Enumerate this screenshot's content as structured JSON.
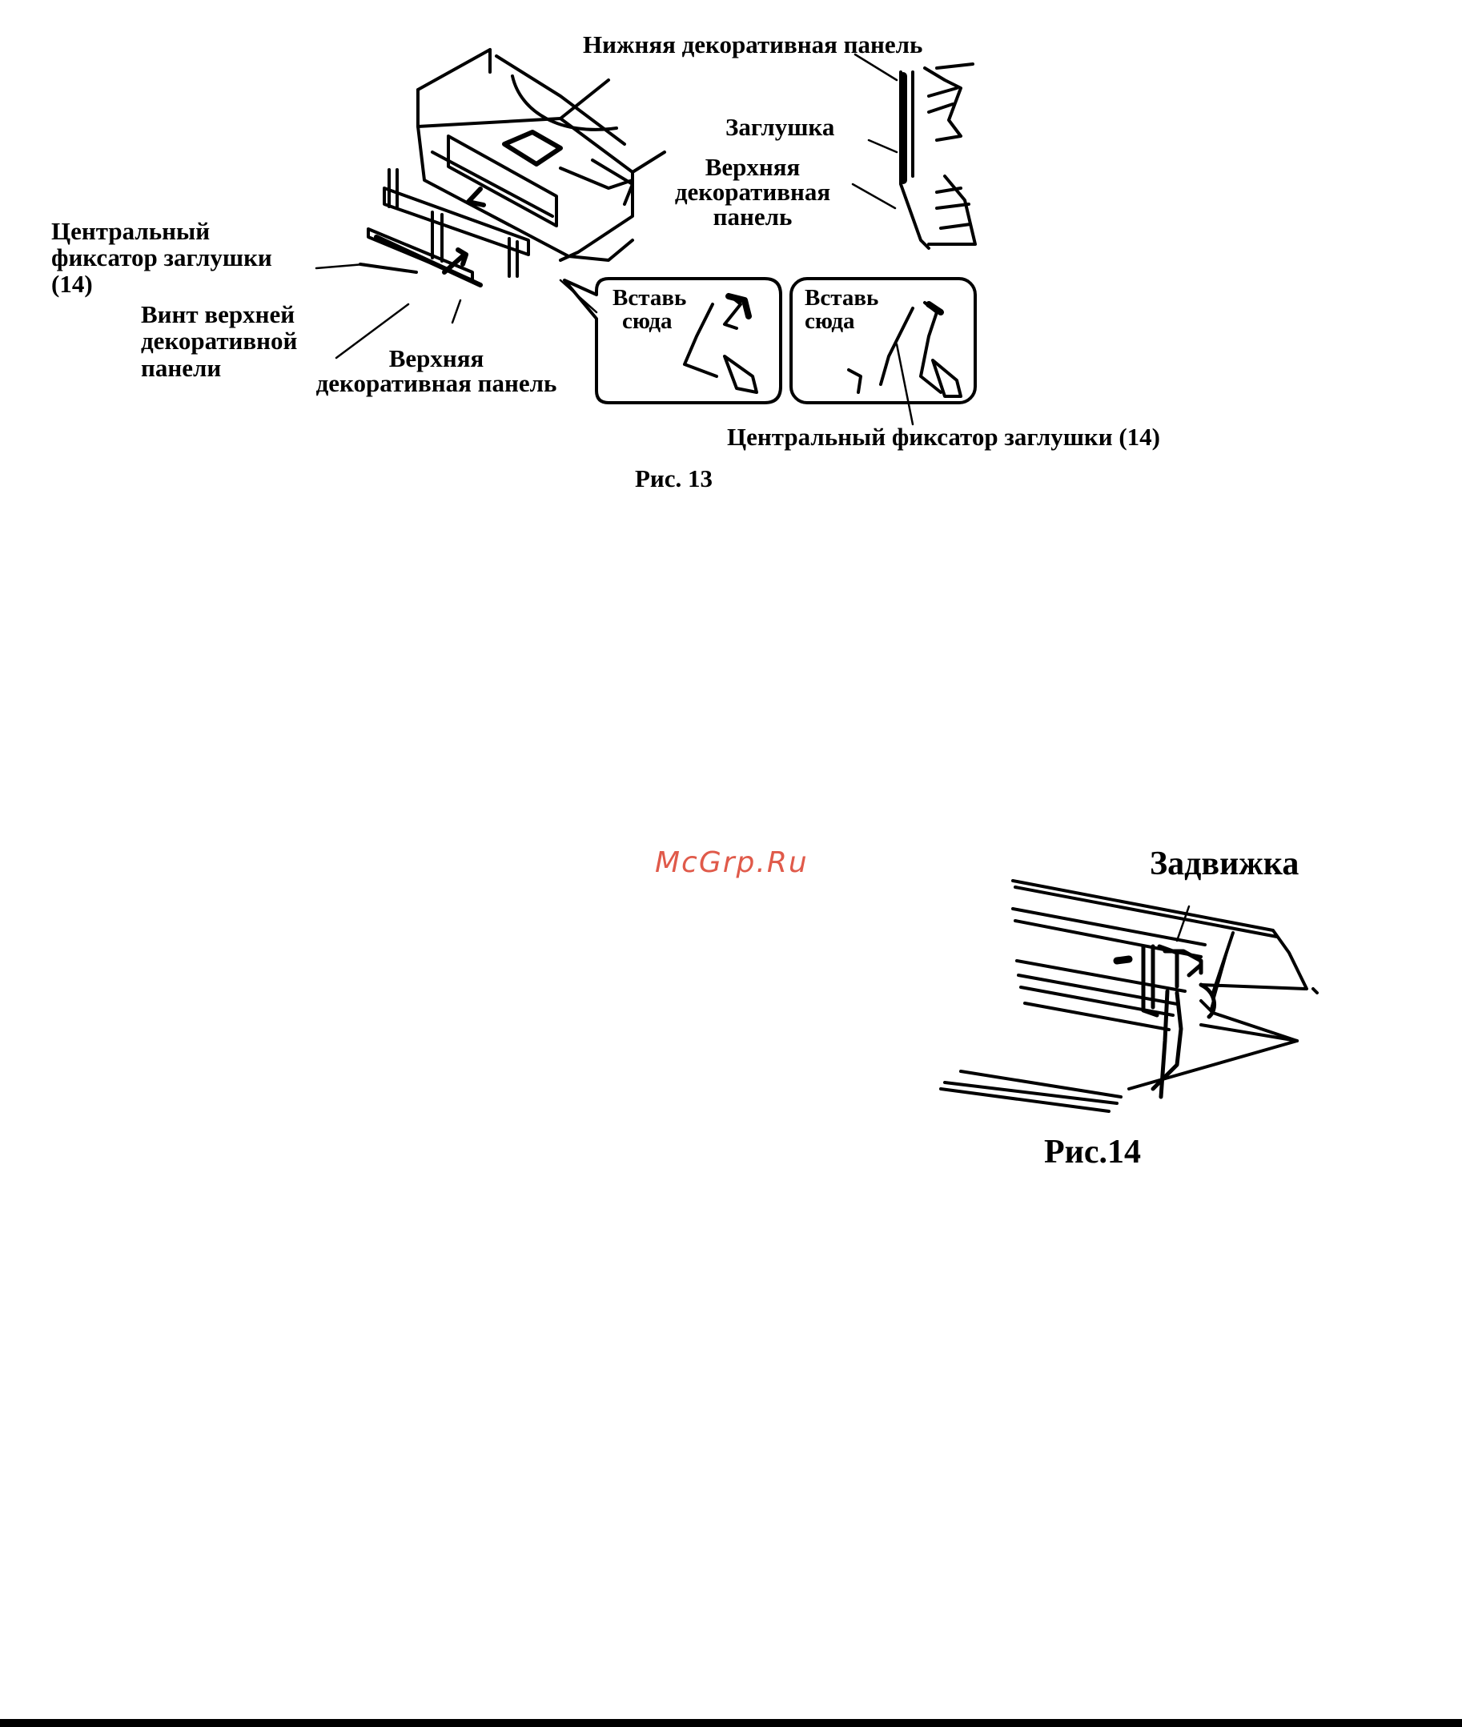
{
  "figure13": {
    "label_lower_panel": "Нижняя  декоративная панель",
    "label_plug": "Заглушка",
    "label_upper_panel_right": [
      "Верхняя",
      "декоративная",
      "панель"
    ],
    "label_center_latch_left": [
      "Центральный",
      "фиксатор заглушки",
      "(14)"
    ],
    "label_screw": [
      "Винт верхней",
      "декоративной",
      "панели"
    ],
    "label_upper_panel_bottom": [
      "Верхняя",
      "декоративная панель"
    ],
    "inset_left": [
      "Вставь",
      "сюда"
    ],
    "inset_right": [
      "Вставь",
      "сюда"
    ],
    "label_center_latch_bottom": "Центральный  фиксатор заглушки (14)",
    "caption": "Рис. 13"
  },
  "watermark": "McGrp.Ru",
  "figure14": {
    "label_latch": "Задвижка",
    "caption": "Рис.14"
  }
}
